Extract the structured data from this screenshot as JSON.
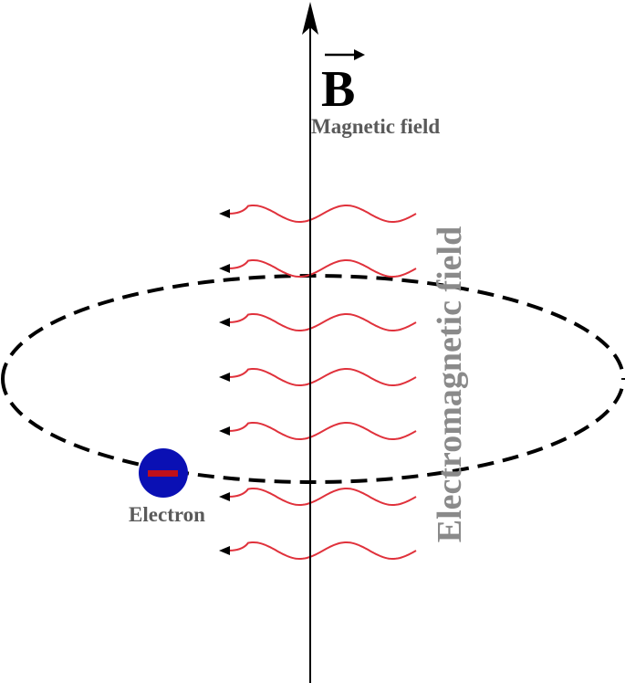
{
  "labels": {
    "vector_symbol": "B",
    "magnetic_field": "Magnetic field",
    "electromagnetic_field": "Electromagnetic field",
    "electron": "Electron"
  },
  "colors": {
    "axis": "#000000",
    "orbit": "#000000",
    "wave": "#e0323c",
    "wave_arrow": "#000000",
    "electron_fill": "#0a10b4",
    "electron_sign": "#c0101a",
    "label_gray": "#5a5a5a",
    "vertical_label_gray": "#8a8a8a"
  },
  "waves": [
    {
      "id": 1
    },
    {
      "id": 2
    },
    {
      "id": 3
    },
    {
      "id": 4
    },
    {
      "id": 5
    },
    {
      "id": 6
    },
    {
      "id": 7
    }
  ]
}
